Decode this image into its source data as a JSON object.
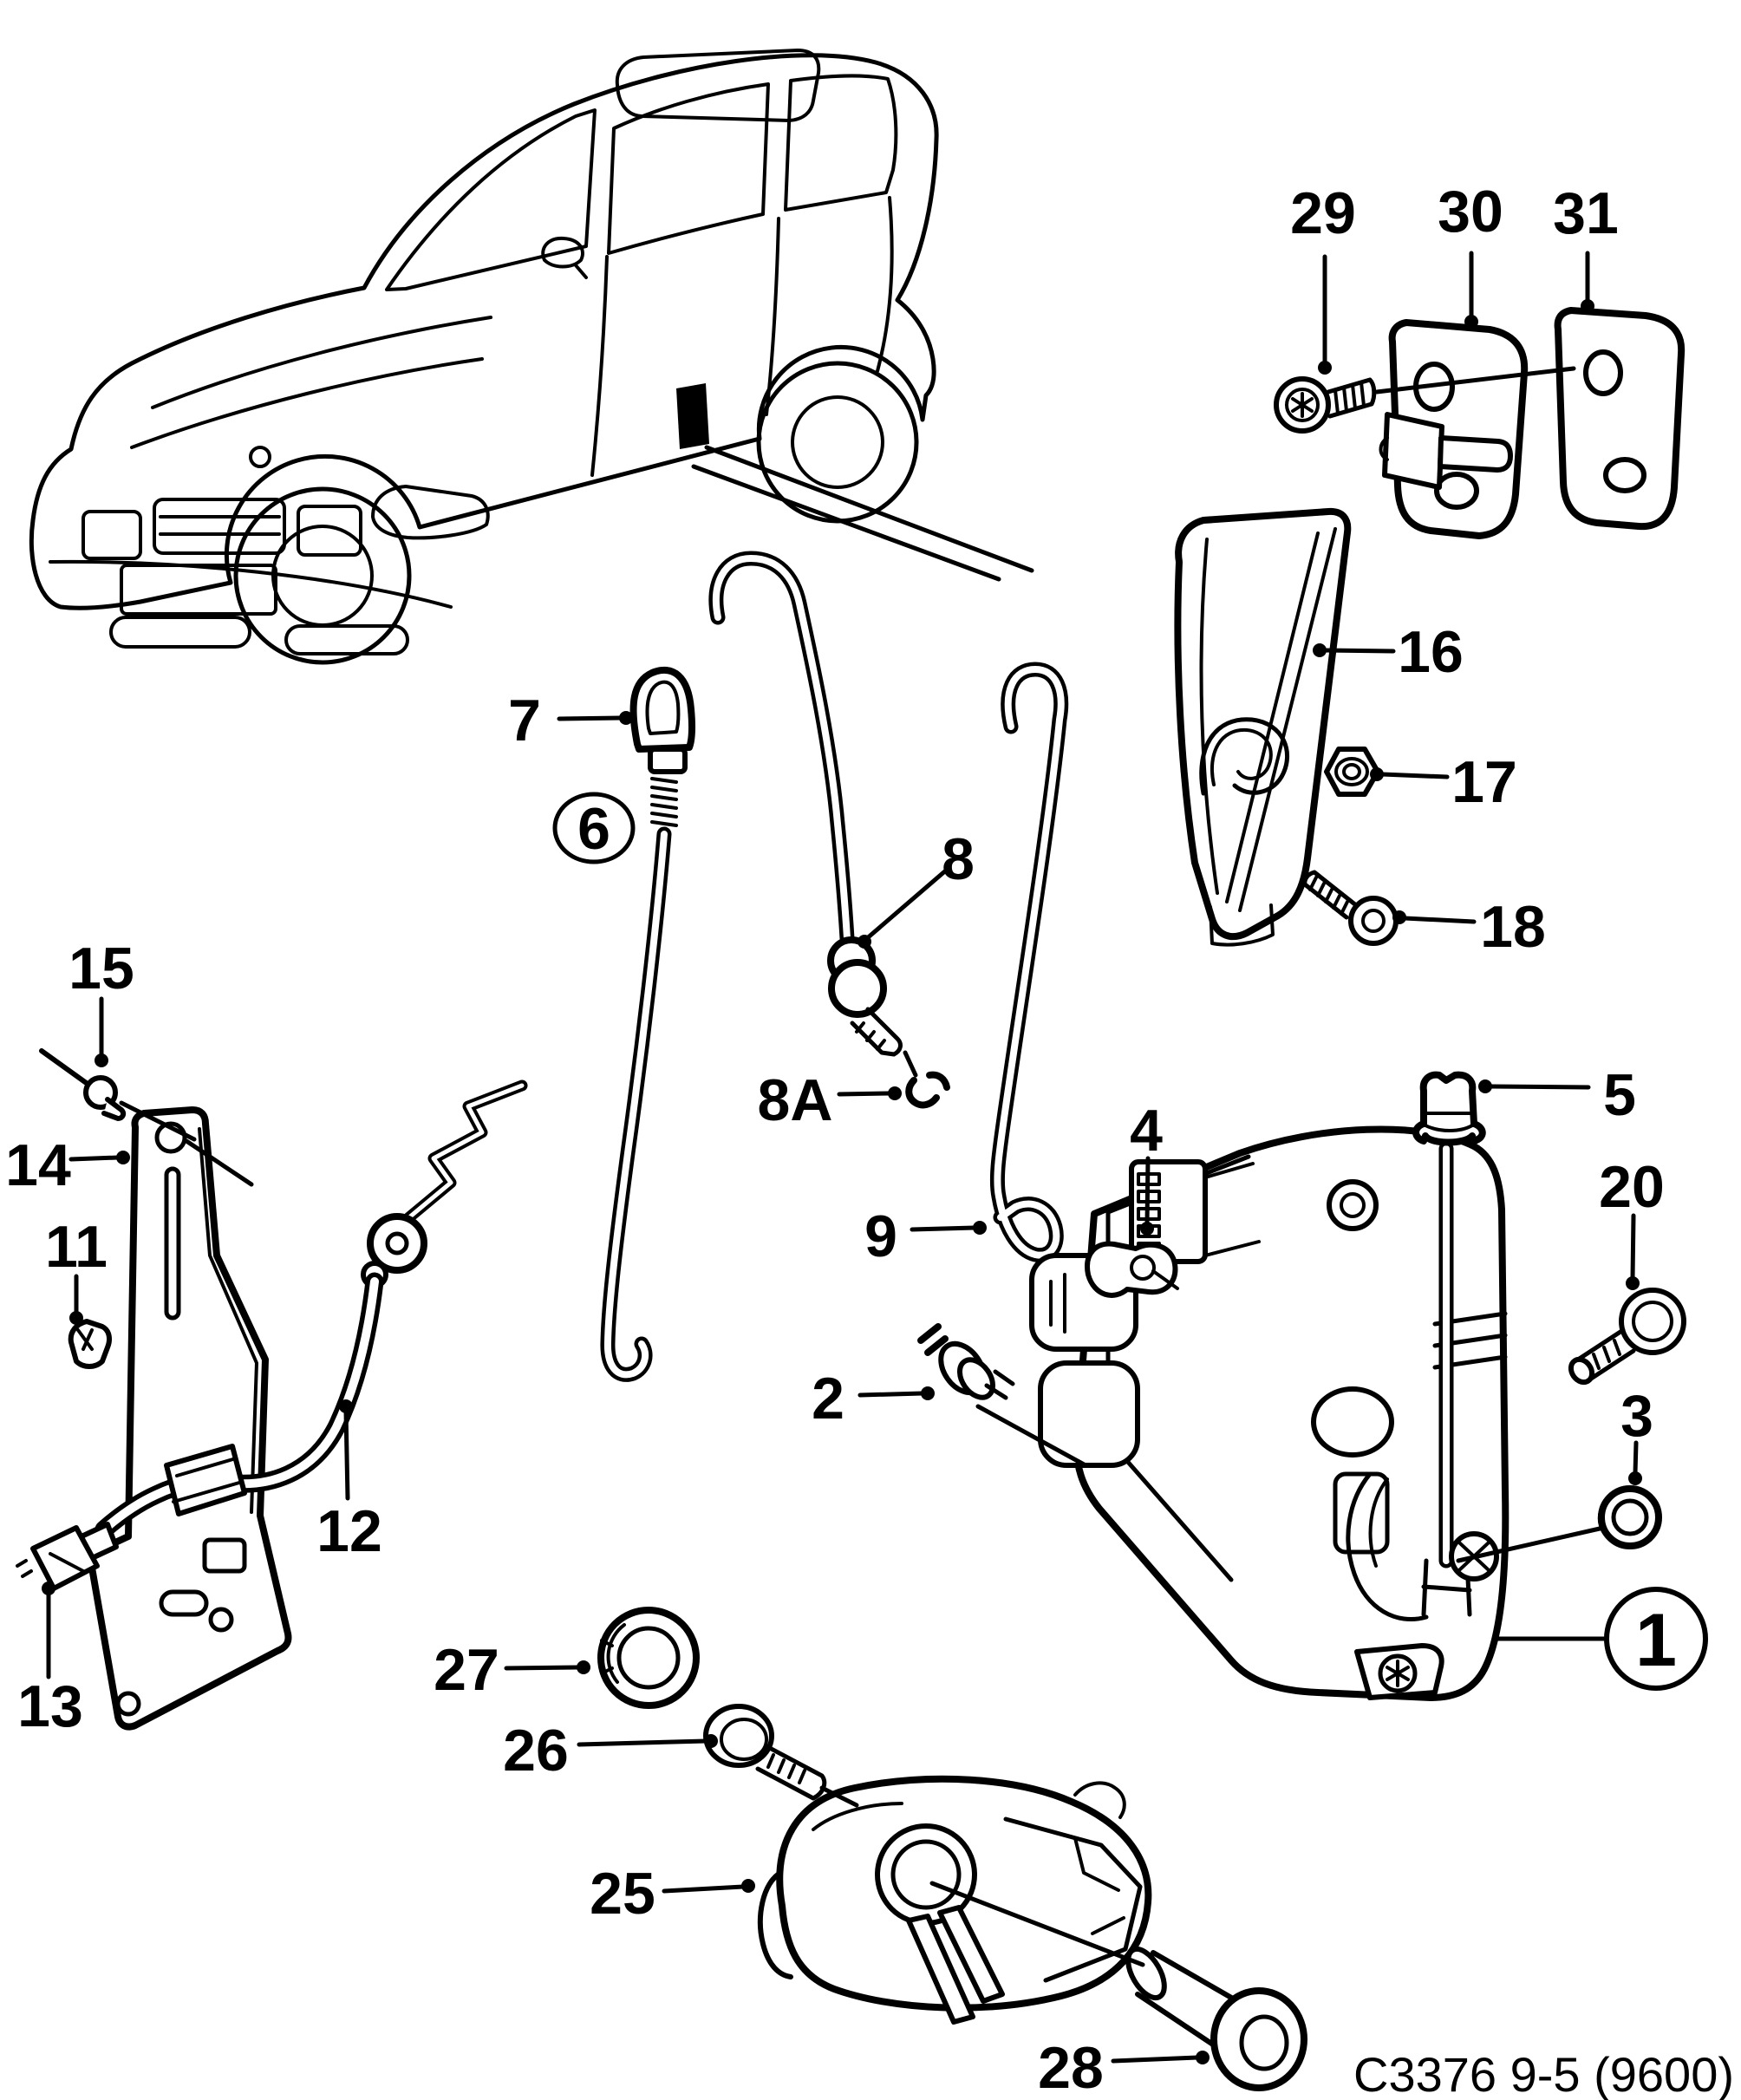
{
  "diagram": {
    "caption": "C3376 9-5 (9600)",
    "colors": {
      "ink": "#000000",
      "background": "#ffffff"
    },
    "callouts": {
      "c1": {
        "text": "1",
        "circled": true
      },
      "c2": {
        "text": "2",
        "circled": false
      },
      "c3": {
        "text": "3",
        "circled": false
      },
      "c4": {
        "text": "4",
        "circled": false
      },
      "c5": {
        "text": "5",
        "circled": false
      },
      "c6": {
        "text": "6",
        "circled": true
      },
      "c7": {
        "text": "7",
        "circled": false
      },
      "c8": {
        "text": "8",
        "circled": false
      },
      "c8a": {
        "text": "8A",
        "circled": false
      },
      "c9": {
        "text": "9",
        "circled": false
      },
      "c11": {
        "text": "11",
        "circled": false
      },
      "c12": {
        "text": "12",
        "circled": false
      },
      "c13": {
        "text": "13",
        "circled": false
      },
      "c14": {
        "text": "14",
        "circled": false
      },
      "c15": {
        "text": "15",
        "circled": false
      },
      "c16": {
        "text": "16",
        "circled": false
      },
      "c17": {
        "text": "17",
        "circled": false
      },
      "c18": {
        "text": "18",
        "circled": false
      },
      "c20": {
        "text": "20",
        "circled": false
      },
      "c25": {
        "text": "25",
        "circled": false
      },
      "c26": {
        "text": "26",
        "circled": false
      },
      "c27": {
        "text": "27",
        "circled": false
      },
      "c28": {
        "text": "28",
        "circled": false
      },
      "c29": {
        "text": "29",
        "circled": false
      },
      "c30": {
        "text": "30",
        "circled": false
      },
      "c31": {
        "text": "31",
        "circled": false
      }
    }
  }
}
